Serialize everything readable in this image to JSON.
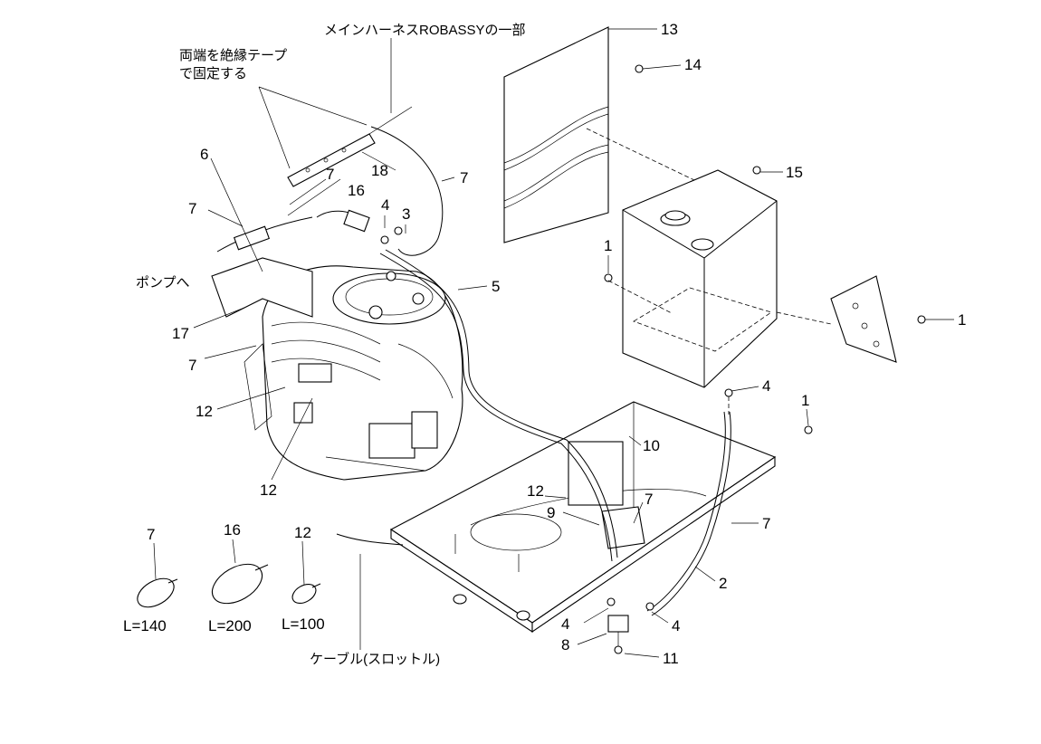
{
  "labels": {
    "main_harness": "メインハーネスROBASSYの一部",
    "tape_line1": "両端を絶縁テープ",
    "tape_line2": "で固定する",
    "to_pump": "ポンプへ",
    "cable_throttle": "ケーブル(スロットル)"
  },
  "lengths": {
    "band_7": "L=140",
    "band_16": "L=200",
    "band_12": "L=100"
  },
  "callouts": {
    "c1a": "1",
    "c1b": "1",
    "c1c": "1",
    "c2": "2",
    "c3": "3",
    "c4a": "4",
    "c4b": "4",
    "c4c": "4",
    "c4d": "4",
    "c5": "5",
    "c6": "6",
    "c7a": "7",
    "c7b": "7",
    "c7c": "7",
    "c7d": "7",
    "c7e": "7",
    "c7f": "7",
    "c7g": "7",
    "c8": "8",
    "c9": "9",
    "c10": "10",
    "c11": "11",
    "c12a": "12",
    "c12b": "12",
    "c12c": "12",
    "c12d": "12",
    "c13": "13",
    "c14": "14",
    "c15": "15",
    "c16a": "16",
    "c16b": "16",
    "c17": "17",
    "c18": "18"
  }
}
